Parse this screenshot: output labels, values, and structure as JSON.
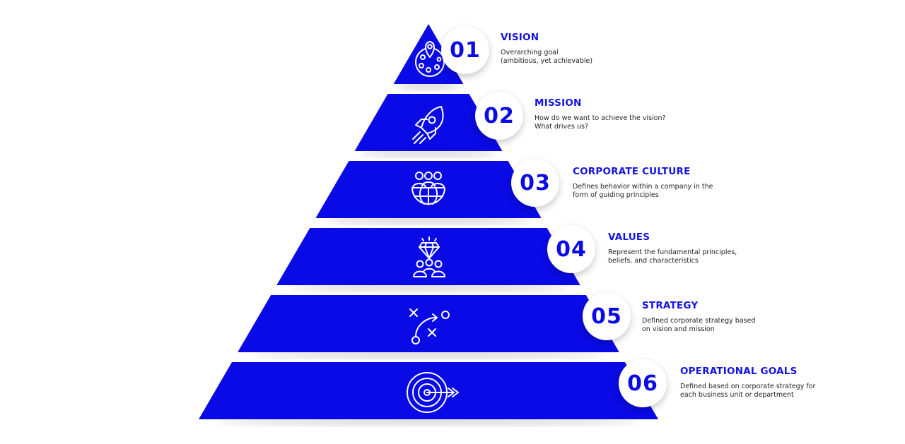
{
  "colors": {
    "accent": "#0a0ae6",
    "text": "#222222",
    "shadow": "#9a9a9a"
  },
  "levels": [
    {
      "number": "01",
      "title": "VISION",
      "lines": [
        "Overarching goal",
        "(ambitious, yet achievable)"
      ],
      "icon": "globe-location-icon"
    },
    {
      "number": "02",
      "title": "MISSION",
      "lines": [
        "How do we want to achieve the vision?",
        "What drives us?"
      ],
      "icon": "rocket-icon"
    },
    {
      "number": "03",
      "title": "CORPORATE CULTURE",
      "lines": [
        "Defines behavior within a company in the",
        "form of guiding principles"
      ],
      "icon": "people-globe-icon"
    },
    {
      "number": "04",
      "title": "VALUES",
      "lines": [
        "Represent the fundamental principles,",
        "beliefs, and characteristics"
      ],
      "icon": "diamond-people-icon"
    },
    {
      "number": "05",
      "title": "STRATEGY",
      "lines": [
        "Defined corporate strategy based",
        "on vision and mission"
      ],
      "icon": "strategy-play-icon"
    },
    {
      "number": "06",
      "title": "OPERATIONAL GOALS",
      "lines": [
        "Defined based on corporate strategy for",
        "each business unit or department"
      ],
      "icon": "target-arrow-icon"
    }
  ]
}
